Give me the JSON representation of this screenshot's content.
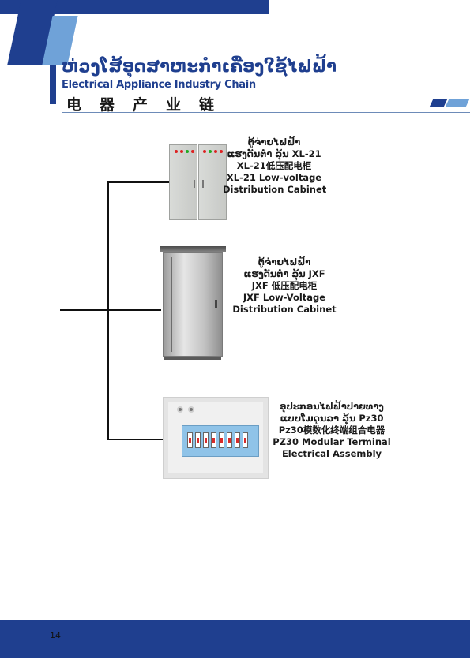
{
  "header": {
    "title_lao": "ຫ່ວງໂສ້ອຸດສາຫະກໍາເຄື່ອງໃຊ້ໄຟຟ້າ",
    "title_en": "Electrical Appliance Industry Chain",
    "title_cn": "电器产业链"
  },
  "products": [
    {
      "lines": [
        "ຕູ້ຈ່າຍໄຟຟ້າ",
        "ແຮງດັນຕ່ຳ ລຸ້ນ XL-21",
        "XL-21低压配电柜",
        "XL-21 Low-voltage",
        "Distribution Cabinet"
      ]
    },
    {
      "lines": [
        "ຕູ້ຈ່າຍໄຟຟ້າ",
        "ແຮງດັນຕ່ຳ ລຸ້ນ JXF",
        "JXF 低压配电柜",
        "JXF Low-Voltage",
        "Distribution Cabinet"
      ]
    },
    {
      "lines": [
        "ອຸປະກອນໄຟຟ້າປາຍທາງ",
        "ແບບໂມດູນລາ ລຸ້ນ Pz30",
        "Pz30模数化终端组合电器",
        "PZ30 Modular Terminal",
        "Electrical Assembly"
      ]
    }
  ],
  "footer": {
    "page_number": "14"
  }
}
